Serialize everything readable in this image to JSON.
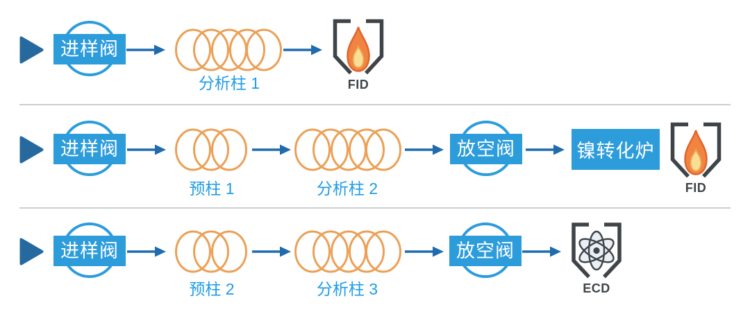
{
  "diagram_title": "GC valve-column-detector flow diagram",
  "colors": {
    "valve_blue": "#2D9CDB",
    "label_blue": "#1E9DE4",
    "arrow_blue": "#1F6BAE",
    "start_blue": "#26699E",
    "coil_orange": "#EBA056",
    "detector_gray": "#3F4448",
    "flame_orange": "#F08440",
    "flame_deep": "#E0652D",
    "flame_inner": "#F8DF93",
    "flame_inner_edge": "#F0A558",
    "atom_fill": "#E9EFF5",
    "separator_gray": "#C9CED3"
  },
  "rows": [
    {
      "sample_valve": "进样阀",
      "columns": [
        {
          "label": "分析柱 1",
          "loops": 5
        }
      ],
      "detector": {
        "type": "flame",
        "label": "FID"
      }
    },
    {
      "sample_valve": "进样阀",
      "columns": [
        {
          "label": "预柱 1",
          "loops": 3
        },
        {
          "label": "分析柱 2",
          "loops": 5
        }
      ],
      "vent_valve": "放空阀",
      "converter": "镍转化炉",
      "detector": {
        "type": "flame",
        "label": "FID"
      }
    },
    {
      "sample_valve": "进样阀",
      "columns": [
        {
          "label": "预柱 2",
          "loops": 3
        },
        {
          "label": "分析柱 3",
          "loops": 5
        }
      ],
      "vent_valve": "放空阀",
      "detector": {
        "type": "atom",
        "label": "ECD"
      }
    }
  ]
}
